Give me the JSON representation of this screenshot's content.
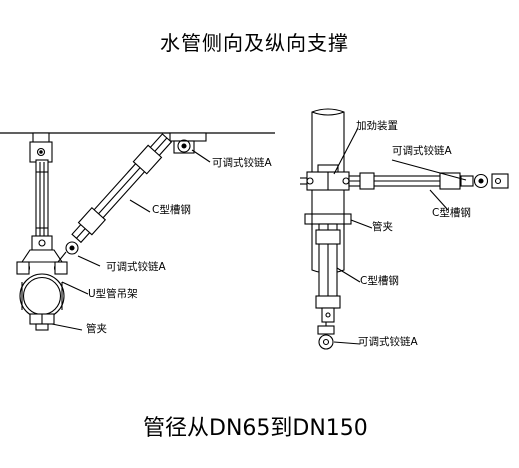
{
  "title": "水管侧向及纵向支撑",
  "footer": "管径从DN65到DN150",
  "left_view": {
    "labels": {
      "adjustable_hinge_top": "可调式铰链A",
      "c_channel": "C型槽钢",
      "adjustable_hinge_mid": "可调式铰链A",
      "u_pipe_hanger": "U型管吊架",
      "pipe_clamp": "管夹"
    }
  },
  "right_view": {
    "labels": {
      "reinforcement": "加劲装置",
      "adjustable_hinge_top": "可调式铰链A",
      "c_channel_upper": "C型槽钢",
      "pipe_clamp": "管夹",
      "c_channel_lower": "C型槽钢",
      "adjustable_hinge_bottom": "可调式铰链A"
    }
  },
  "colors": {
    "line": "#000000",
    "background": "#ffffff"
  }
}
